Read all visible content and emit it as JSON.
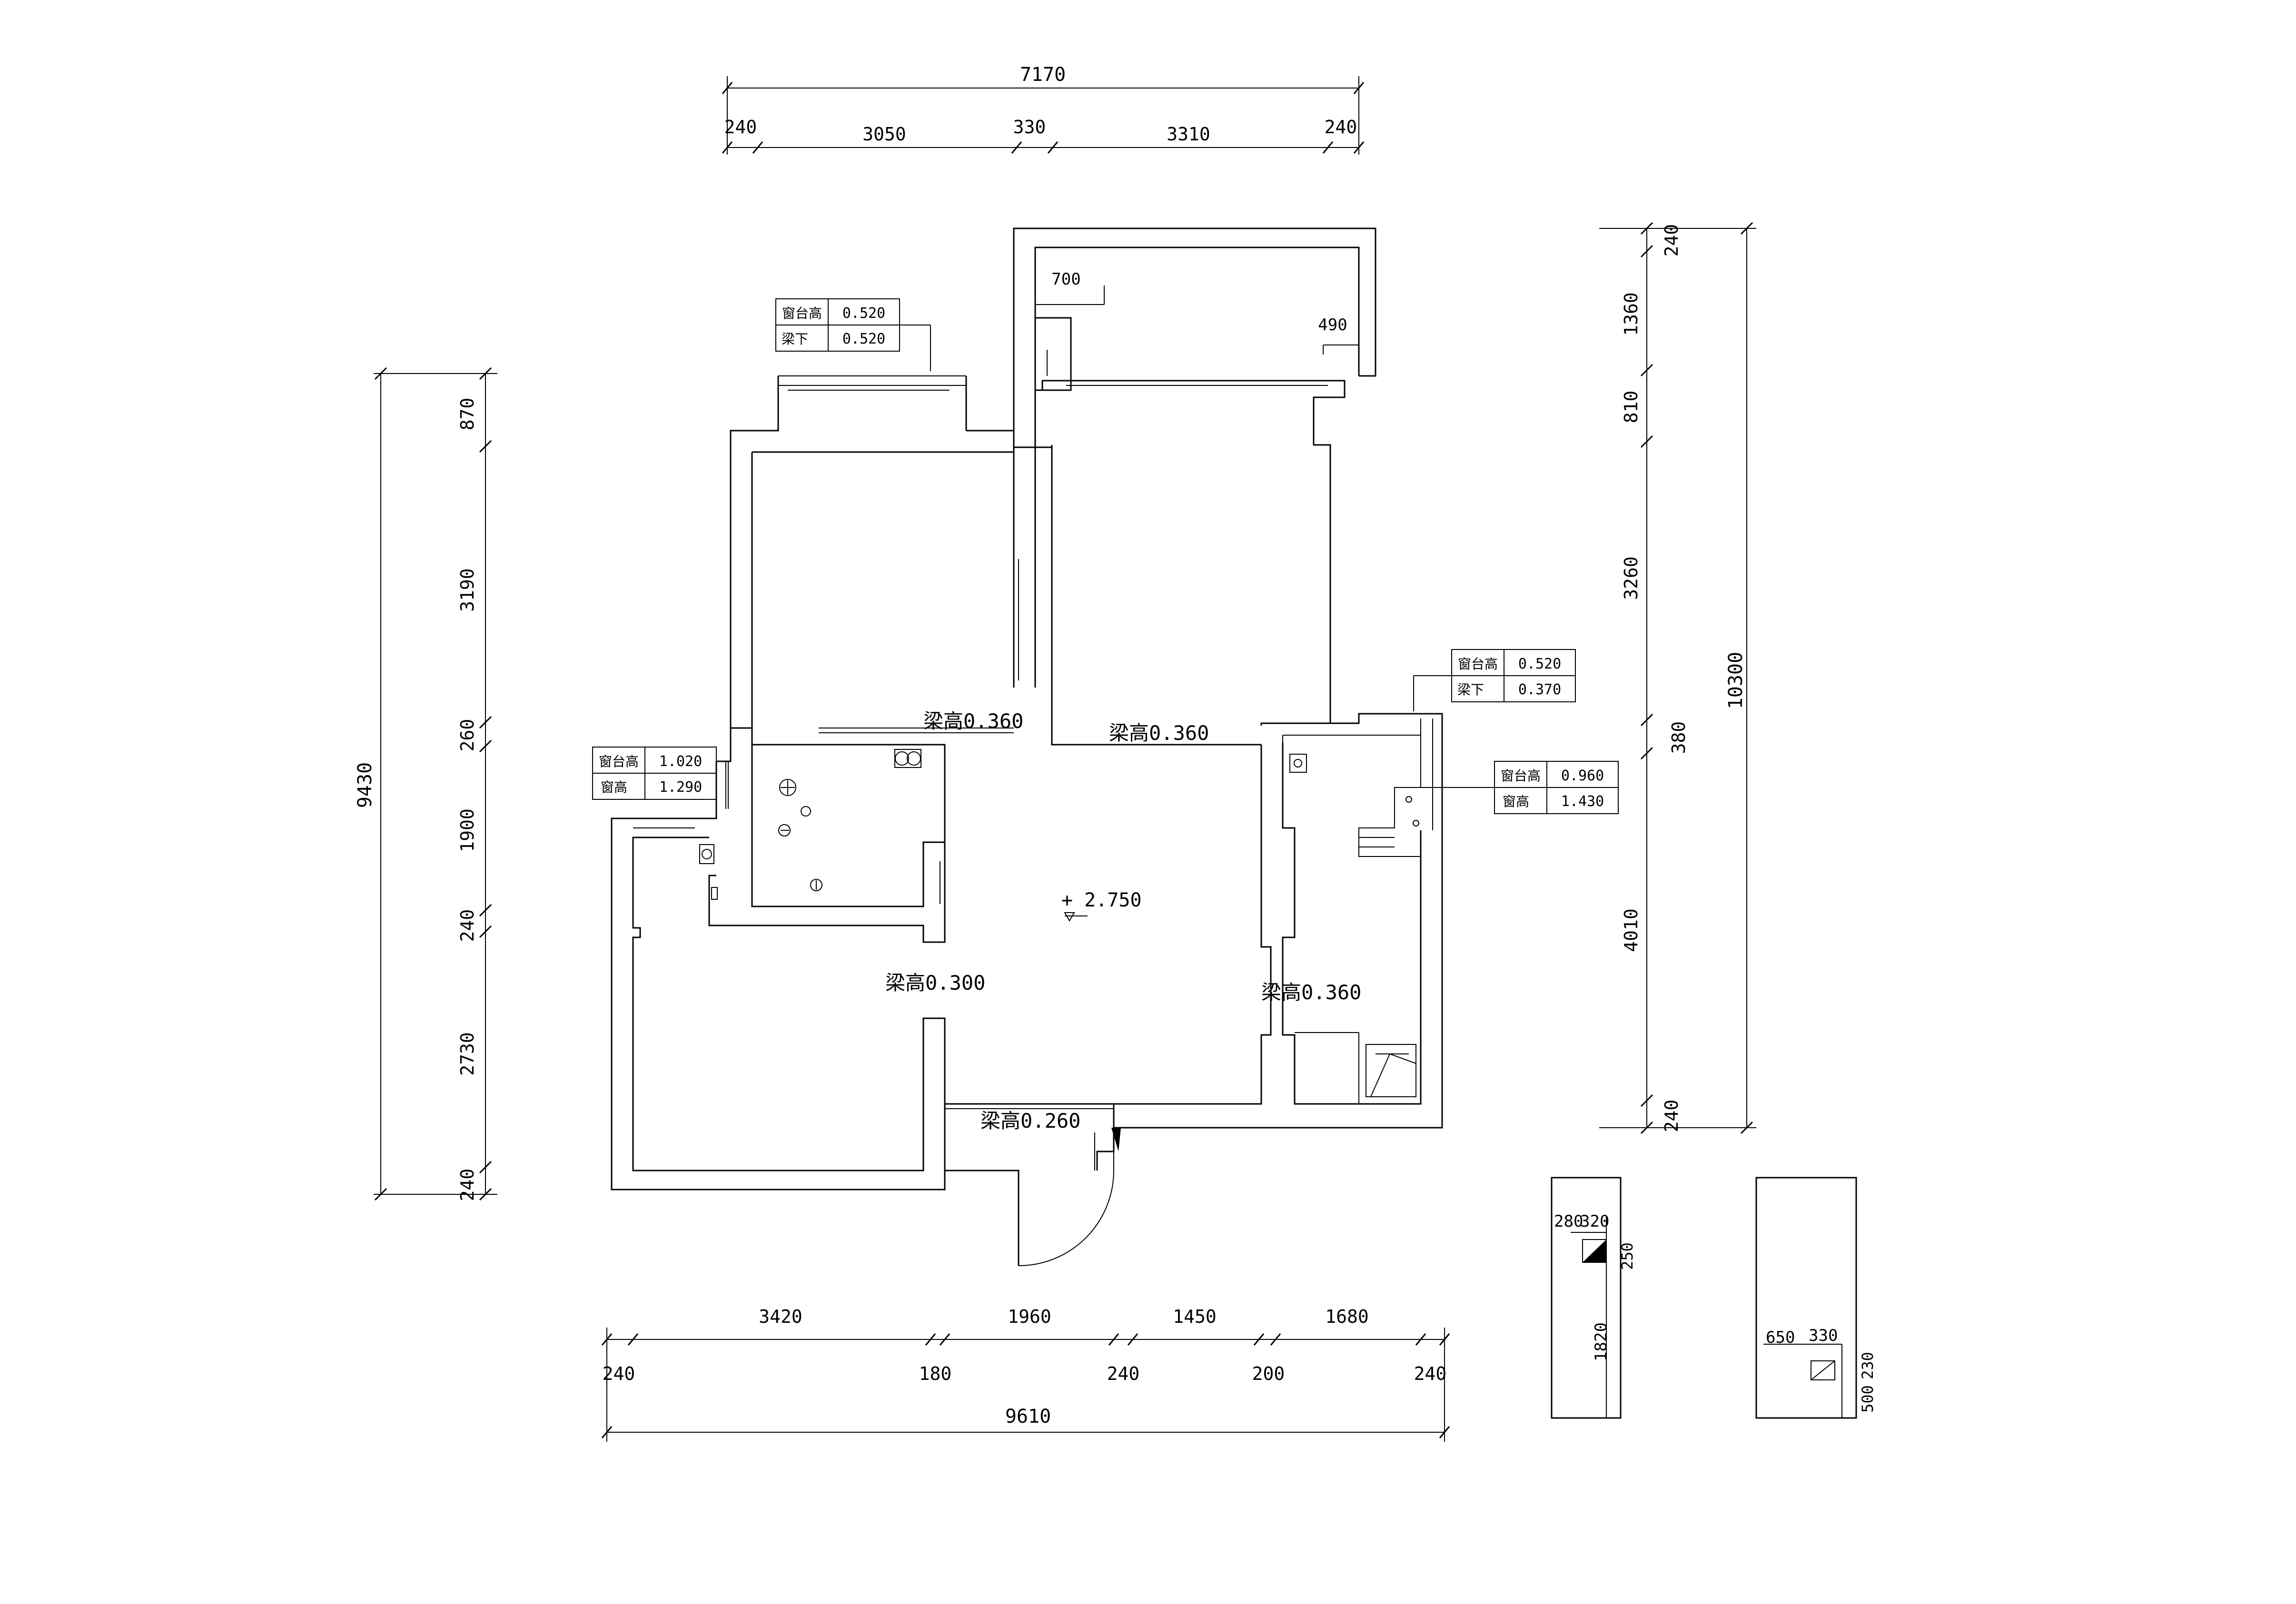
{
  "dims": {
    "top_total": "7170",
    "top_segments": [
      "240",
      "3050",
      "330",
      "3310",
      "240"
    ],
    "left_total": "9430",
    "left_segments": [
      "870",
      "3190",
      "260",
      "1900",
      "240",
      "2730",
      "240"
    ],
    "right_total": "10300",
    "right_segments": [
      "240",
      "1360",
      "810",
      "3260",
      "380",
      "4010",
      "240"
    ],
    "bottom_upper": [
      "3420",
      "1960",
      "1450",
      "1680"
    ],
    "bottom_lower": [
      "240",
      "180",
      "240",
      "200",
      "240"
    ],
    "bottom_total": "9610",
    "balcony_700": "700",
    "balcony_490": "490"
  },
  "tags": {
    "tag1": {
      "r1_label": "窗台高",
      "r1_val": "0.520",
      "r2_label": "梁下",
      "r2_val": "0.520"
    },
    "tag2": {
      "r1_label": "窗台高",
      "r1_val": "1.020",
      "r2_label": "窗高",
      "r2_val": "1.290"
    },
    "tag3": {
      "r1_label": "窗台高",
      "r1_val": "0.520",
      "r2_label": "梁下",
      "r2_val": "0.370"
    },
    "tag4": {
      "r1_label": "窗台高",
      "r1_val": "0.960",
      "r2_label": "窗高",
      "r2_val": "1.430"
    }
  },
  "beams": {
    "b1": "梁高0.360",
    "b2": "梁高0.360",
    "b3": "梁高0.300",
    "b4": "梁高0.360",
    "b5": "梁高0.260"
  },
  "elevation": "+ 2.750",
  "detail1": {
    "a": "280",
    "b": "320",
    "c": "250",
    "d": "1820"
  },
  "detail2": {
    "a": "650",
    "b": "330",
    "c": "500",
    "d": "230"
  }
}
